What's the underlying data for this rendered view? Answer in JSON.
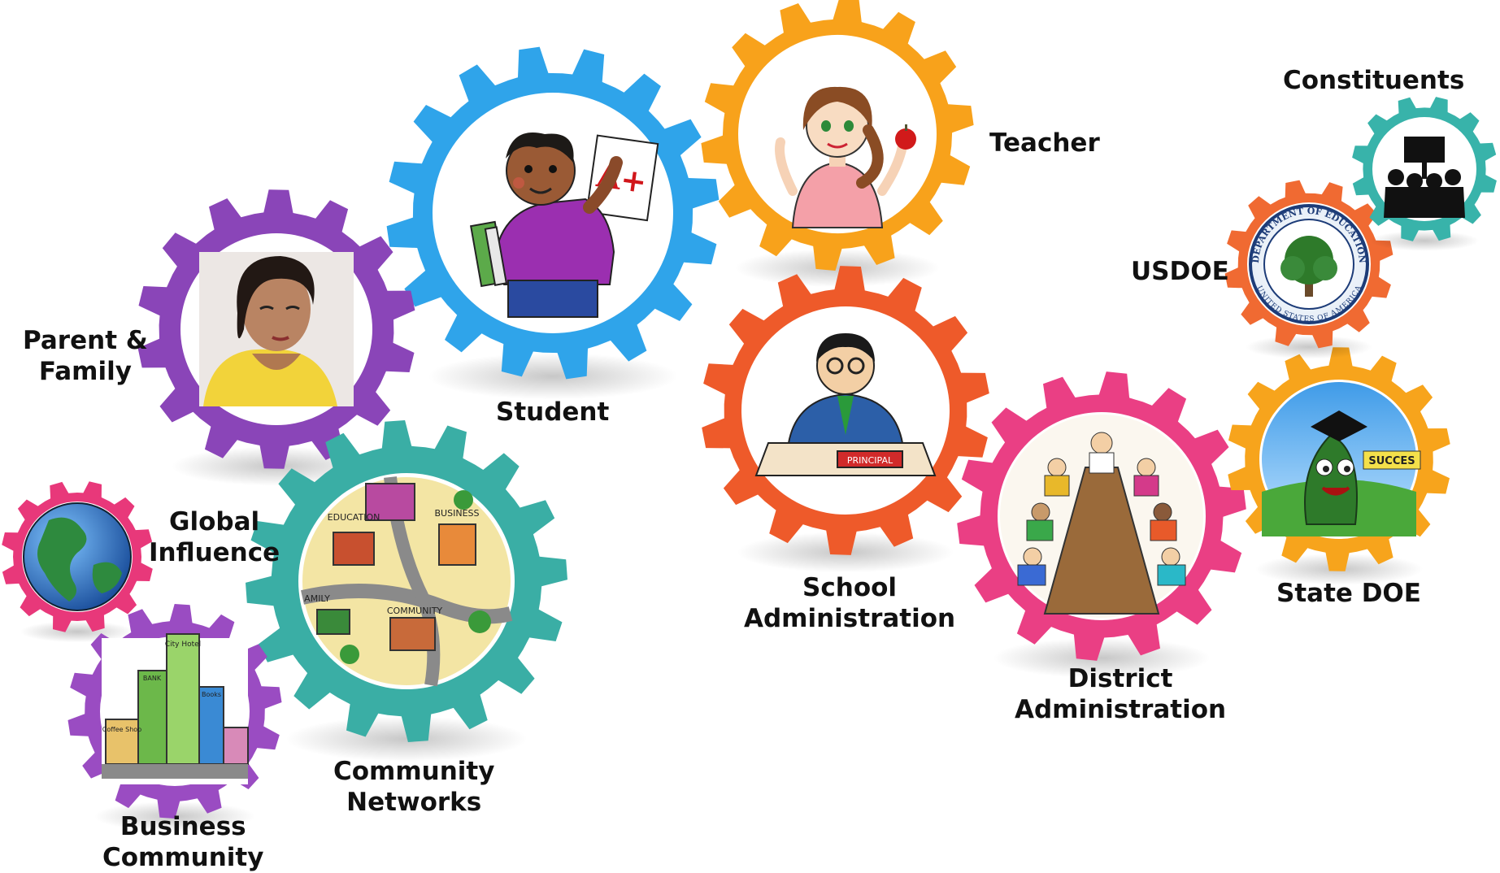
{
  "gears": [
    {
      "id": "student",
      "color": "#2fa4ea",
      "label_lines": [
        "Student"
      ]
    },
    {
      "id": "teacher",
      "color": "#f8a21b",
      "label_lines": [
        "Teacher"
      ]
    },
    {
      "id": "parent",
      "color": "#8a45b8",
      "label_lines": [
        "Parent &",
        "Family"
      ]
    },
    {
      "id": "community",
      "color": "#3aaea5",
      "label_lines": [
        "Community",
        "Networks"
      ]
    },
    {
      "id": "global",
      "color": "#e8387a",
      "label_lines": [
        "Global",
        "Influence"
      ]
    },
    {
      "id": "business",
      "color": "#9a4cc2",
      "label_lines": [
        "Business",
        "Community"
      ]
    },
    {
      "id": "school",
      "color": "#ee5a2a",
      "label_lines": [
        "School",
        "Administration"
      ]
    },
    {
      "id": "district",
      "color": "#ea3f84",
      "label_lines": [
        "District",
        "Administration"
      ]
    },
    {
      "id": "state",
      "color": "#f7a41c",
      "label_lines": [
        "State DOE"
      ]
    },
    {
      "id": "usdoe",
      "color": "#f06a32",
      "label_lines": [
        "USDOE"
      ]
    },
    {
      "id": "constituents",
      "color": "#38b3aa",
      "label_lines": [
        "Constituents"
      ]
    }
  ],
  "grade_text": "A+",
  "nameplate_text": "PRINCIPAL",
  "seal_text": "DEPARTMENT OF EDUCATION",
  "seal_text_bottom": "UNITED STATES OF AMERICA",
  "map_labels": [
    "EDUCATION",
    "BUSINESS",
    "COMMUNITY",
    "AMILY"
  ],
  "building_labels": [
    "City Hotel",
    "Coffee Shop",
    "BANK",
    "Books"
  ],
  "banner_text": "SUCCES"
}
